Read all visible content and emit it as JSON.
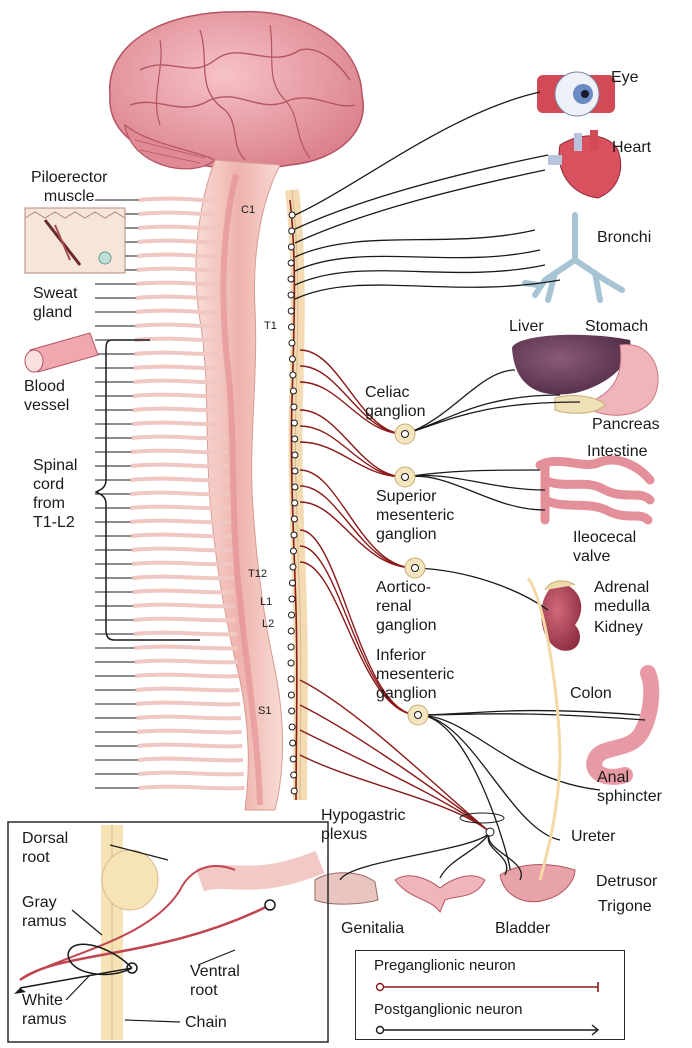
{
  "labels": {
    "eye": "Eye",
    "heart": "Heart",
    "bronchi": "Bronchi",
    "liver": "Liver",
    "stomach": "Stomach",
    "pancreas": "Pancreas",
    "intestine": "Intestine",
    "ileocecal_valve": [
      "Ileocecal",
      "valve"
    ],
    "adrenal_medulla": [
      "Adrenal",
      "medulla"
    ],
    "kidney": "Kidney",
    "colon": "Colon",
    "anal_sphincter": [
      "Anal",
      "sphincter"
    ],
    "ureter": "Ureter",
    "detrusor": "Detrusor",
    "trigone": "Trigone",
    "bladder": "Bladder",
    "genitalia": "Genitalia",
    "piloerector_muscle": [
      "Piloerector",
      "muscle"
    ],
    "sweat_gland": [
      "Sweat",
      "gland"
    ],
    "blood_vessel": [
      "Blood",
      "vessel"
    ],
    "spinal_cord": [
      "Spinal",
      "cord",
      "from",
      "T1-L2"
    ],
    "celiac_ganglion": [
      "Celiac",
      "ganglion"
    ],
    "superior_mesenteric_ganglion": [
      "Superior",
      "mesenteric",
      "ganglion"
    ],
    "aorticorenal_ganglion": [
      "Aortico-",
      "renal",
      "ganglion"
    ],
    "inferior_mesenteric_ganglion": [
      "Inferior",
      "mesenteric",
      "ganglion"
    ],
    "hypogastric_plexus": [
      "Hypogastric",
      "plexus"
    ],
    "dorsal_root": [
      "Dorsal",
      "root"
    ],
    "gray_ramus": [
      "Gray",
      "ramus"
    ],
    "white_ramus": [
      "White",
      "ramus"
    ],
    "ventral_root": [
      "Ventral",
      "root"
    ],
    "chain": "Chain"
  },
  "segments": {
    "c1": "C1",
    "t1": "T1",
    "t12": "T12",
    "l1": "L1",
    "l2": "L2",
    "s1": "S1"
  },
  "legend": {
    "preganglionic": "Preganglionic neuron",
    "postganglionic": "Postganglionic neuron"
  },
  "colors": {
    "preganglionic": "#8b1a1a",
    "postganglionic": "#1a1a1a",
    "brain": "#e8a3a8",
    "spine": "#f2c9c4",
    "ganglion": "#f5e6c0"
  }
}
